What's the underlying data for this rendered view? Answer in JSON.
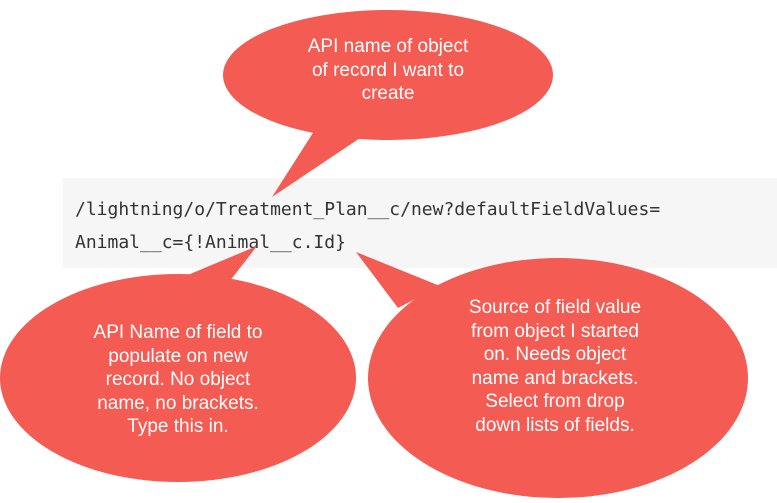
{
  "code": {
    "line1": "/lightning/o/Treatment_Plan__c/new?defaultFieldValues=",
    "line2": "Animal__c={!Animal__c.Id}"
  },
  "callouts": {
    "top": {
      "lines": [
        "API name of object",
        "of record I want to",
        "create"
      ]
    },
    "left": {
      "lines": [
        "API Name of field to",
        "populate on new",
        "record. No object",
        "name, no brackets.",
        "Type this in."
      ]
    },
    "right": {
      "lines": [
        "Source of field value",
        "from object I started",
        "on. Needs object",
        "name and brackets.",
        "Select from drop",
        "down lists of fields."
      ]
    }
  },
  "colors": {
    "bubble": "#f45b52",
    "code_background": "#f6f6f6",
    "code_text": "#333333",
    "bubble_text": "#ffffff"
  }
}
